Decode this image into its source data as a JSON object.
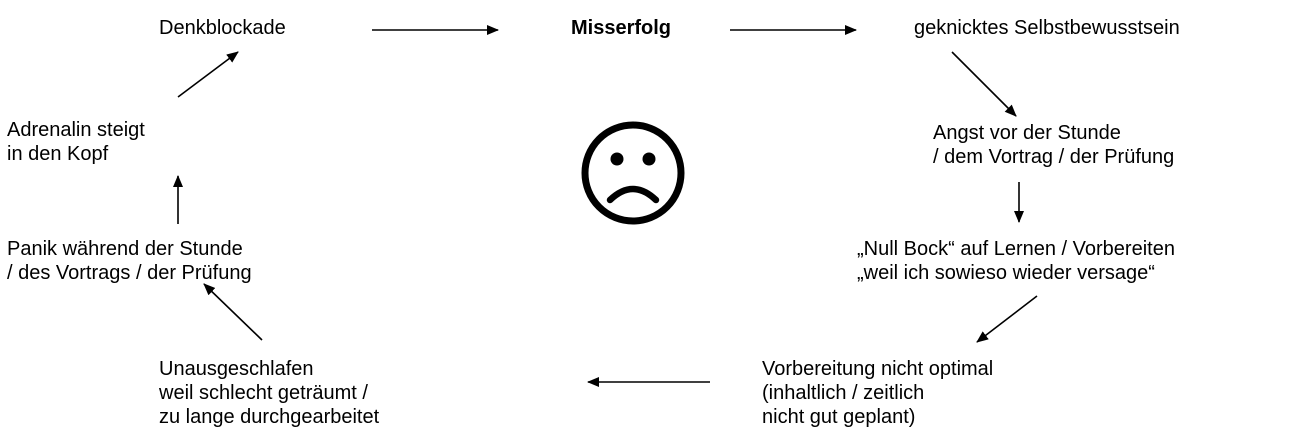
{
  "nodes": {
    "denkblockade": [
      "Denkblockade"
    ],
    "misserfolg": [
      "Misserfolg"
    ],
    "selbstbewusstsein": [
      "geknicktes Selbstbewusstsein"
    ],
    "angst": [
      "Angst vor der Stunde",
      "/ dem Vortrag / der Prüfung"
    ],
    "null_bock": [
      "„Null Bock“ auf Lernen / Vorbereiten",
      "„weil ich sowieso wieder versage“"
    ],
    "vorbereitung": [
      "Vorbereitung nicht optimal",
      "(inhaltlich / zeitlich",
      "nicht gut geplant)"
    ],
    "unausgeschlafen": [
      "Unausgeschlafen",
      "weil schlecht geträumt /",
      "zu lange durchgearbeitet"
    ],
    "panik": [
      "Panik während der Stunde",
      "/ des Vortrags / der Prüfung"
    ],
    "adrenalin": [
      "Adrenalin steigt",
      "in den Kopf"
    ]
  },
  "center_icon": "sad-face-icon"
}
